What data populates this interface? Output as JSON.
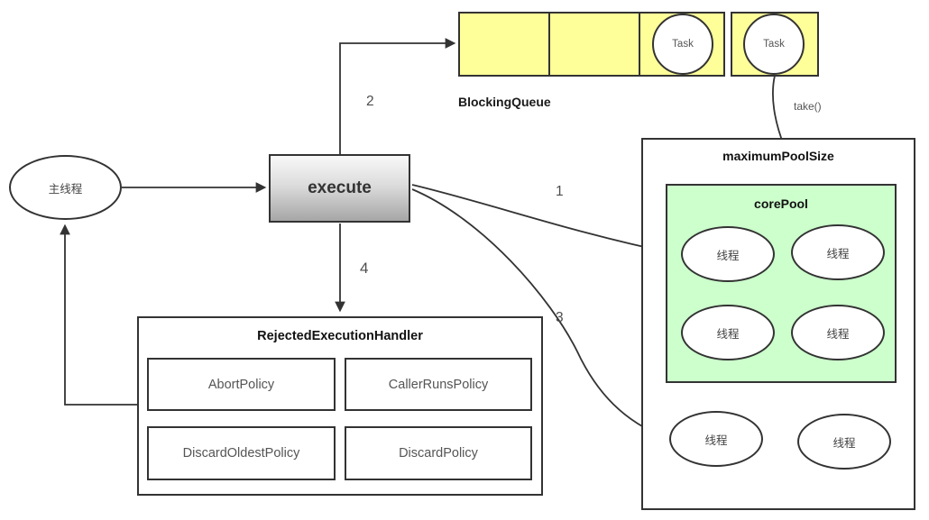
{
  "diagram": {
    "main_thread_label": "主线程",
    "execute_label": "execute",
    "blocking_queue": {
      "title": "BlockingQueue",
      "tasks": [
        "Task",
        "Task"
      ]
    },
    "take_label": "take()",
    "maximum_pool": {
      "title": "maximumPoolSize",
      "core_pool": {
        "title": "corePool",
        "threads": [
          "线程",
          "线程",
          "线程",
          "线程"
        ]
      },
      "extra_threads": [
        "线程",
        "线程"
      ]
    },
    "rejected_execution_handler": {
      "title": "RejectedExecutionHandler",
      "policies": [
        "AbortPolicy",
        "CallerRunsPolicy",
        "DiscardOldestPolicy",
        "DiscardPolicy"
      ]
    },
    "step_labels": [
      "1",
      "2",
      "3",
      "4"
    ]
  },
  "colors": {
    "queue_fill": "#FFFF99",
    "core_pool_fill": "#CCFFCC",
    "line": "#333333",
    "execute_gradient_top": "#F8F8F8",
    "execute_gradient_bottom": "#A6A6A6"
  }
}
